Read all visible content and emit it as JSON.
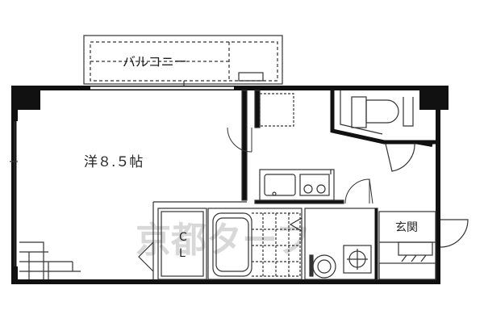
{
  "floor_plan": {
    "rooms": {
      "balcony": "バルコニー",
      "western_room": "洋８.５帖",
      "closet": "CL",
      "entrance": "玄関"
    },
    "watermark": "京都ターフ",
    "colors": {
      "wall": "#111111",
      "line": "#333333",
      "watermark": "#d8d8d8"
    }
  }
}
